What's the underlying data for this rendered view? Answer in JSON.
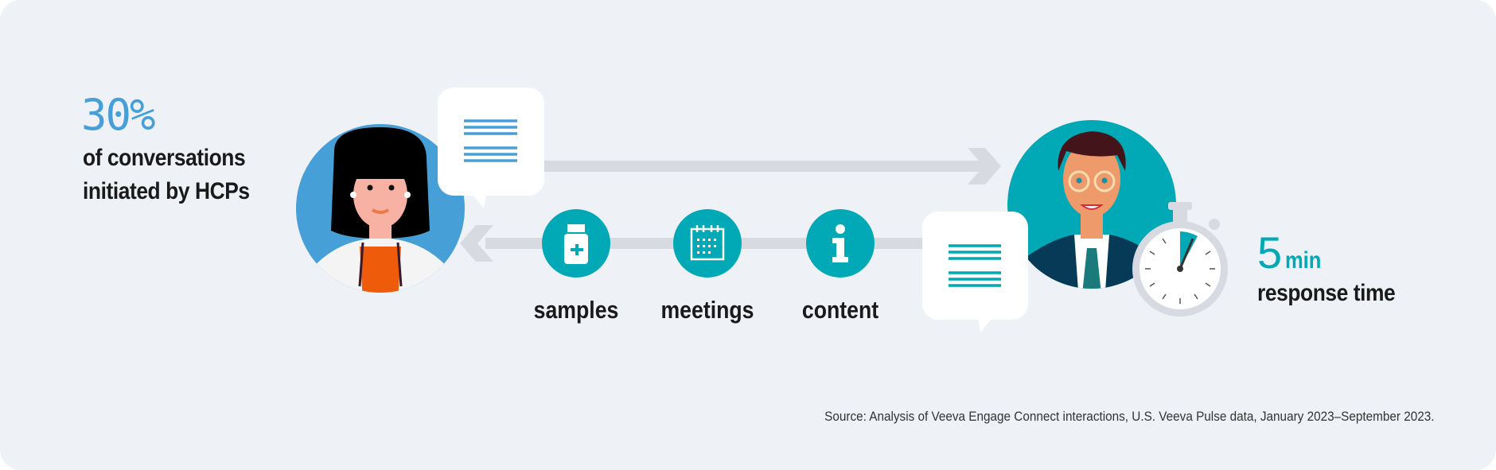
{
  "left_stat": {
    "value": "30%",
    "line1": "of conversations",
    "line2": "initiated by HCPs"
  },
  "right_stat": {
    "value": "5",
    "unit": "min",
    "label": "response time"
  },
  "content_items": [
    {
      "label": "samples",
      "icon": "medicine-bottle-icon"
    },
    {
      "label": "meetings",
      "icon": "calendar-icon"
    },
    {
      "label": "content",
      "icon": "info-icon"
    }
  ],
  "source": "Source: Analysis of Veeva Engage Connect interactions, U.S. Veeva Pulse data, January 2023–September 2023.",
  "colors": {
    "blue": "#479fd7",
    "teal": "#00a9b5",
    "arrow": "#d7dbe1",
    "background": "#eef1f6"
  }
}
